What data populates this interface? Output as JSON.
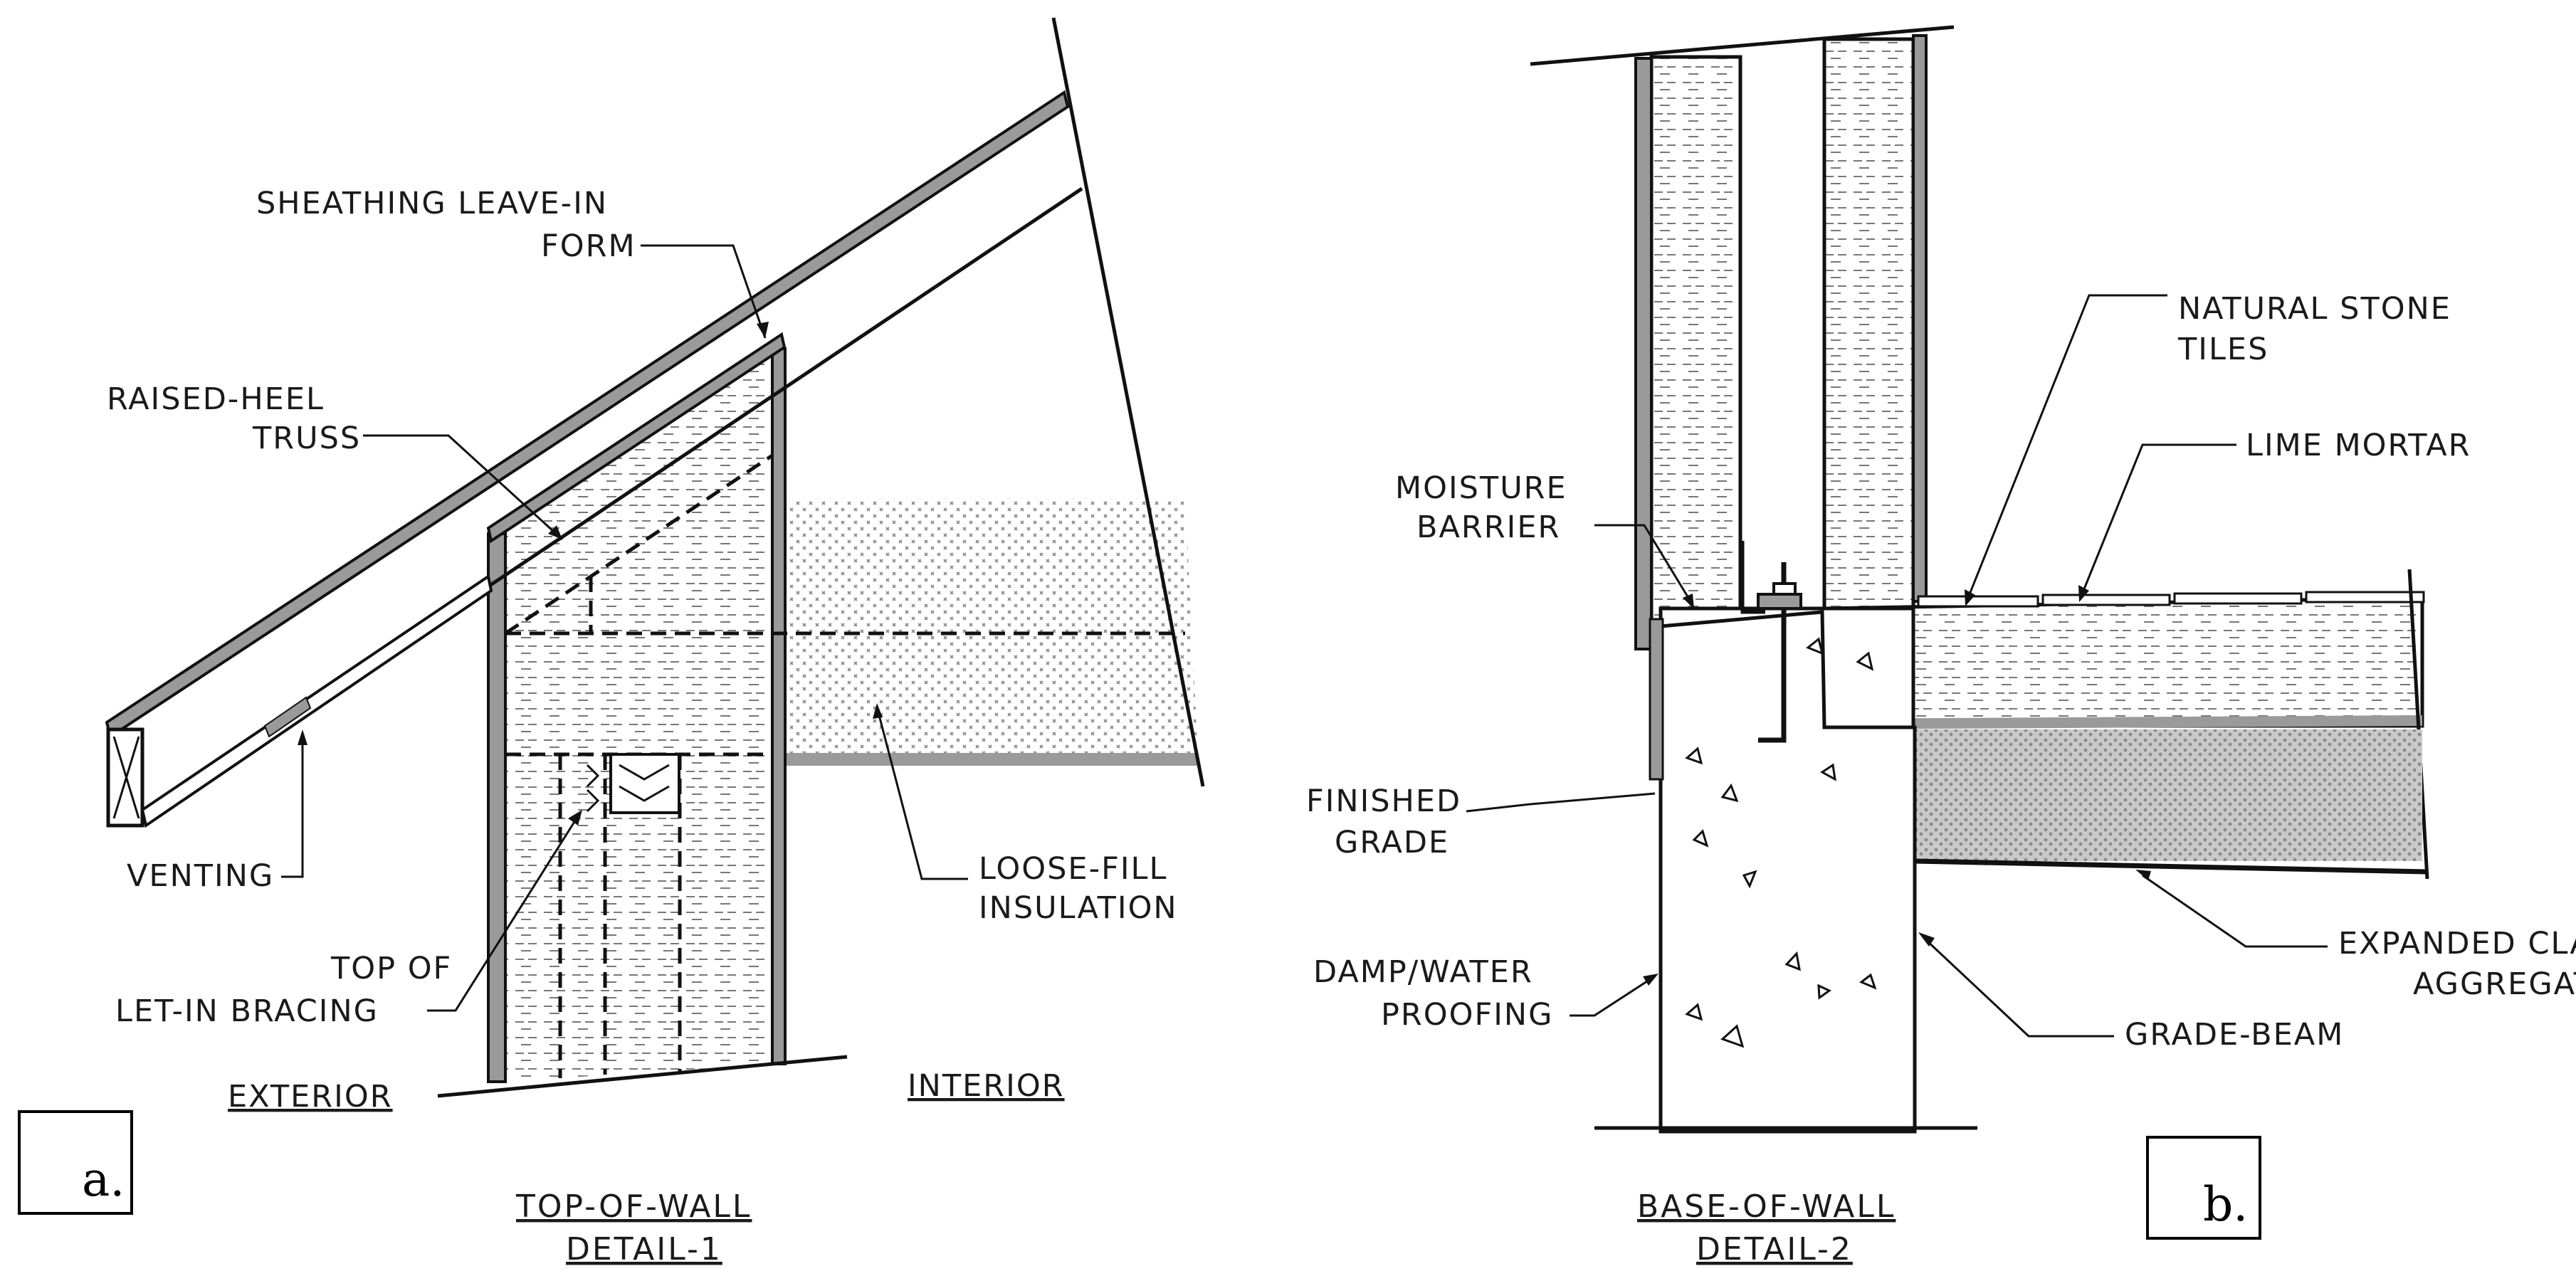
{
  "detail_a": {
    "callouts": {
      "sheathing": [
        "SHEATHING LEAVE-IN",
        "FORM"
      ],
      "truss": [
        "RAISED-HEEL",
        "TRUSS"
      ],
      "venting": "VENTING",
      "bracing": [
        "TOP OF",
        "LET-IN BRACING"
      ],
      "loose_fill": [
        "LOOSE-FILL",
        "INSULATION"
      ]
    },
    "side_labels": {
      "exterior": "EXTERIOR",
      "interior": "INTERIOR"
    },
    "title": [
      "TOP-OF-WALL",
      "DETAIL-1"
    ],
    "panel": "a."
  },
  "detail_b": {
    "callouts": {
      "stone": [
        "NATURAL STONE",
        "TILES"
      ],
      "mortar": "LIME MORTAR",
      "moisture": [
        "MOISTURE",
        "BARRIER"
      ],
      "grade": [
        "FINISHED",
        "GRADE"
      ],
      "damp": [
        "DAMP/WATER",
        "PROOFING"
      ],
      "clay": [
        "EXPANDED CLAY",
        "AGGREGATE"
      ],
      "beam": "GRADE-BEAM"
    },
    "title": [
      "BASE-OF-WALL",
      "DETAIL-2"
    ],
    "panel": "b."
  }
}
